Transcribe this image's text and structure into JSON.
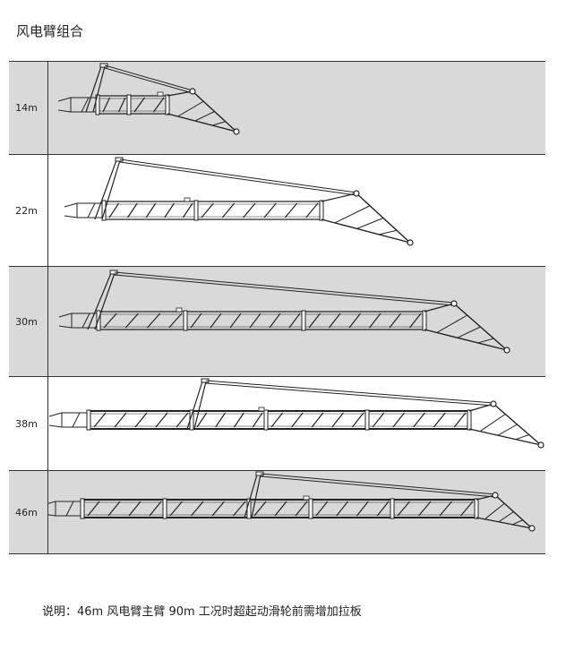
{
  "page": {
    "title": "风电臂组合",
    "note": "说明：46m 风电臂主臂 90m 工况时超起动滑轮前需增加拉板"
  },
  "rows": [
    {
      "label": "14m",
      "shaded": true
    },
    {
      "label": "22m",
      "shaded": false
    },
    {
      "label": "30m",
      "shaded": true
    },
    {
      "label": "38m",
      "shaded": false
    },
    {
      "label": "46m",
      "shaded": true
    }
  ]
}
